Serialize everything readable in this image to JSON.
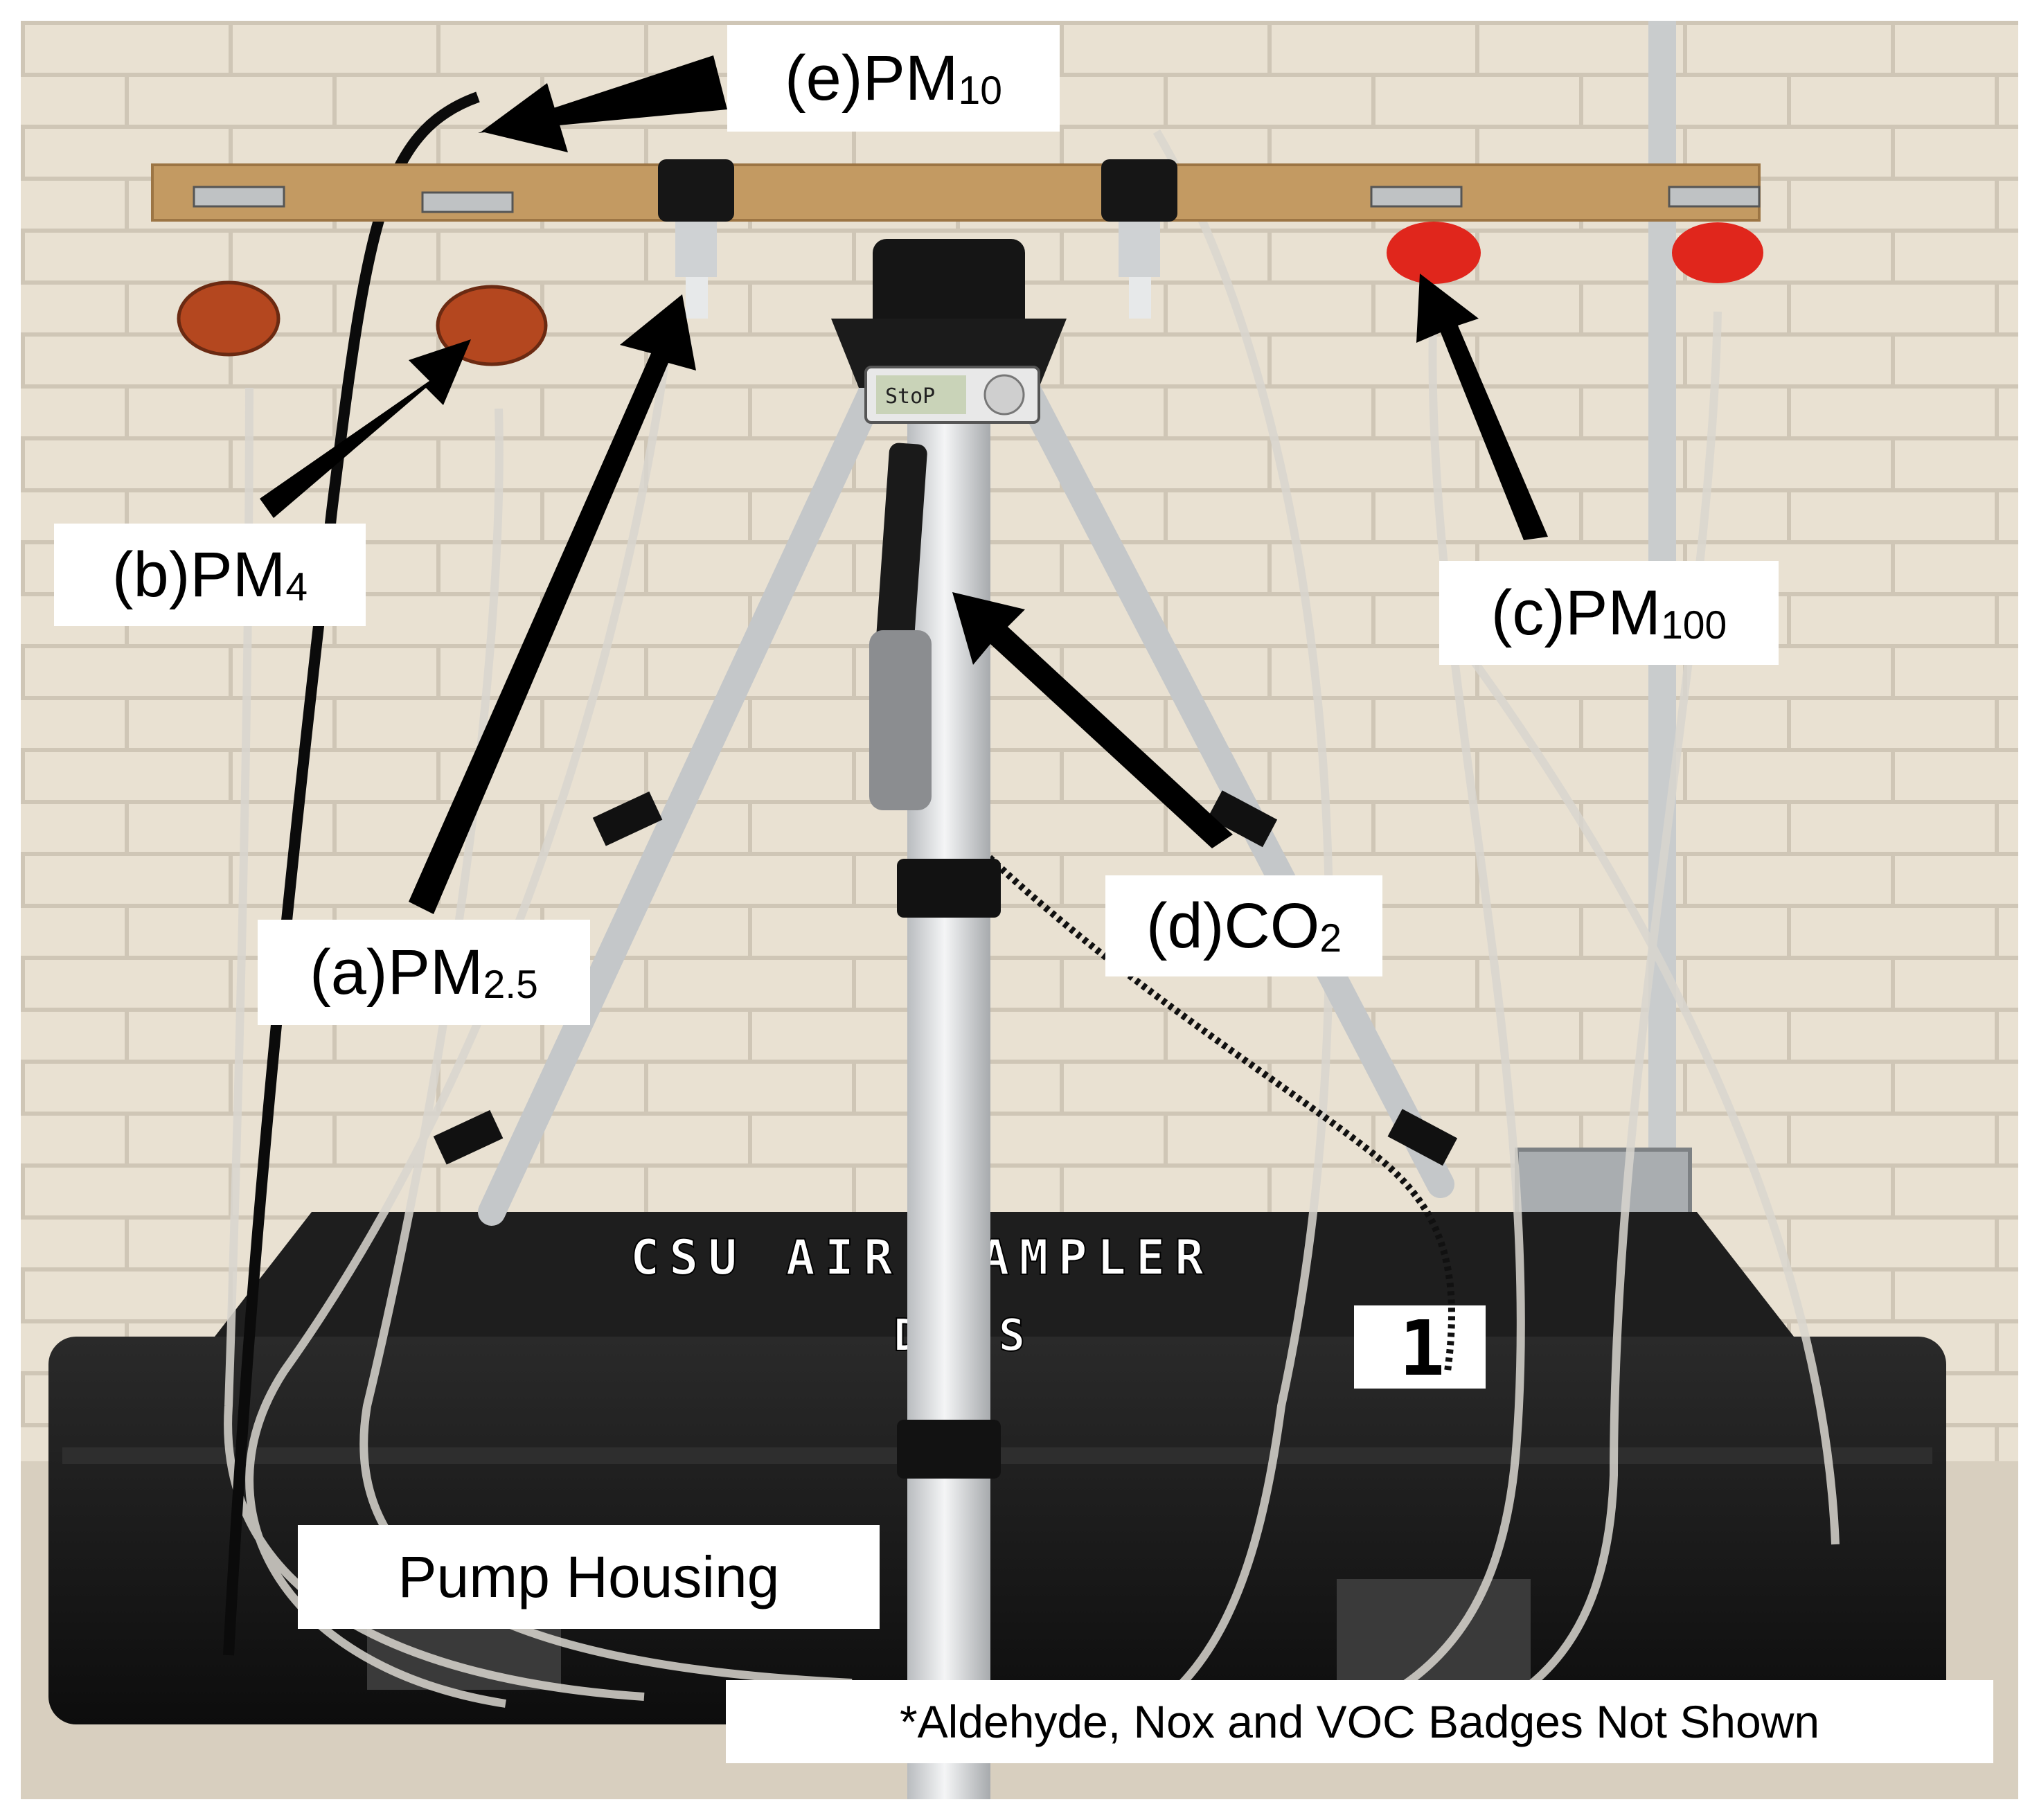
{
  "labels": {
    "e": {
      "prefix": "(e)PM",
      "sub": "10"
    },
    "b": {
      "prefix": "(b)PM",
      "sub": "4"
    },
    "c": {
      "prefix": "(c)PM",
      "sub": "100"
    },
    "a": {
      "prefix": "(a)PM",
      "sub": "2.5"
    },
    "d": {
      "prefix": "(d)CO",
      "sub": "2"
    },
    "pump": "Pump Housing",
    "note": "*Aldehyde, Nox and VOC Badges Not Shown"
  },
  "device_display": "StoP",
  "case_text": {
    "line1": "CSU AIR SAMPLER",
    "line2": "DRHS",
    "number": "1"
  },
  "colors": {
    "wall": "#e9e1d2",
    "mortar": "#cfc6b6",
    "wood": "#c39a62",
    "case": "#161616",
    "arrow": "#000000",
    "filter_orange": "#b4471f",
    "filter_red": "#e0261c"
  }
}
